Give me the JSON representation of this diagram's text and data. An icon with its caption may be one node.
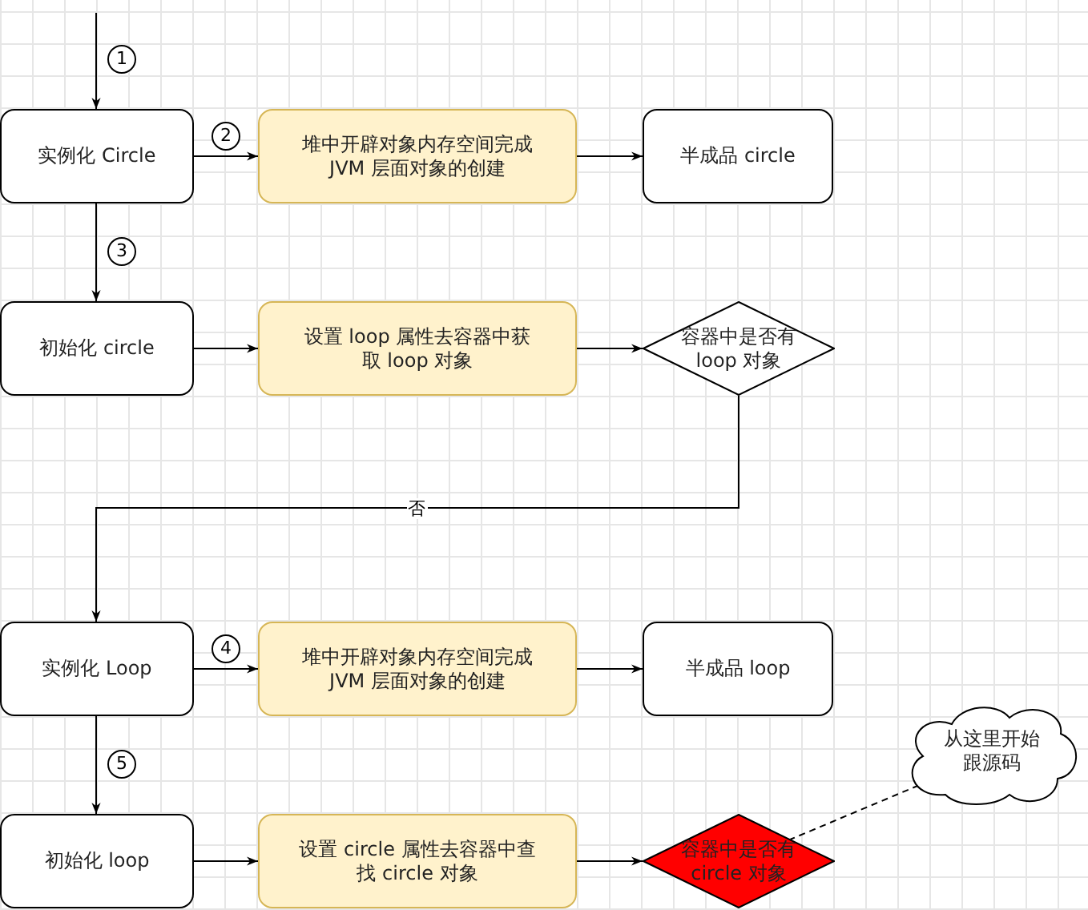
{
  "diagram": {
    "nodes": [
      {
        "text": [
          "实例化 Circle"
        ]
      },
      {
        "text": [
          "堆中开辟对象内存空间完成 JVM 层面对象的创建"
        ]
      },
      {
        "text": [
          "半成品 circle"
        ]
      },
      {
        "text": [
          "初始化 circle"
        ]
      },
      {
        "text": [
          "设置 loop 属性去容器中获取 loop 对象"
        ]
      },
      {
        "text": [
          "容器中是否有loop 对象"
        ]
      },
      {
        "text": [
          "实例化 Loop"
        ]
      },
      {
        "text": [
          "堆中开辟对象内存空间完成 JVM 层面对象的创建"
        ]
      },
      {
        "text": [
          "半成品 loop"
        ]
      },
      {
        "text": [
          "初始化 loop"
        ]
      },
      {
        "text": [
          "设置 circle 属性去容器中查找 circle 对象"
        ]
      },
      {
        "text": [
          "容器中是否有circle 对象"
        ]
      },
      {
        "text": [
          "从这里开始跟源码"
        ]
      }
    ],
    "edges": [
      {
        "from": null,
        "to": 0,
        "arrow": "to"
      },
      {
        "from": 0,
        "to": 1,
        "arrow": "to"
      },
      {
        "from": 1,
        "to": 2,
        "arrow": "to"
      },
      {
        "from": 0,
        "to": 3,
        "arrow": "to"
      },
      {
        "from": 3,
        "to": 4,
        "arrow": "to"
      },
      {
        "from": 4,
        "to": 5,
        "arrow": "to"
      },
      {
        "from": 5,
        "to": 6,
        "arrow": "to",
        "label": "否"
      },
      {
        "from": 6,
        "to": 7,
        "arrow": "to"
      },
      {
        "from": 7,
        "to": 8,
        "arrow": "to"
      },
      {
        "from": 6,
        "to": 9,
        "arrow": "to"
      },
      {
        "from": 9,
        "to": 10,
        "arrow": "to"
      },
      {
        "from": 10,
        "to": 11,
        "arrow": "to"
      },
      {
        "from": 12,
        "to": 11,
        "arrow": "none",
        "style": "dashed"
      }
    ],
    "labels": [
      "1",
      "2",
      "3",
      "4",
      "5"
    ]
  }
}
